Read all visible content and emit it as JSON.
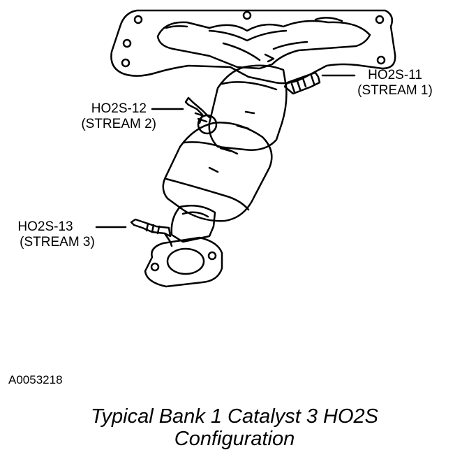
{
  "labels": {
    "s11": {
      "name": "HO2S-11",
      "stream": "(STREAM 1)"
    },
    "s12": {
      "name": "HO2S-12",
      "stream": "(STREAM 2)"
    },
    "s13": {
      "name": "HO2S-13",
      "stream": "(STREAM 3)"
    }
  },
  "figure_id": "A0053218",
  "caption": {
    "line1": "Typical Bank 1 Catalyst 3 HO2S",
    "line2": "Configuration"
  }
}
